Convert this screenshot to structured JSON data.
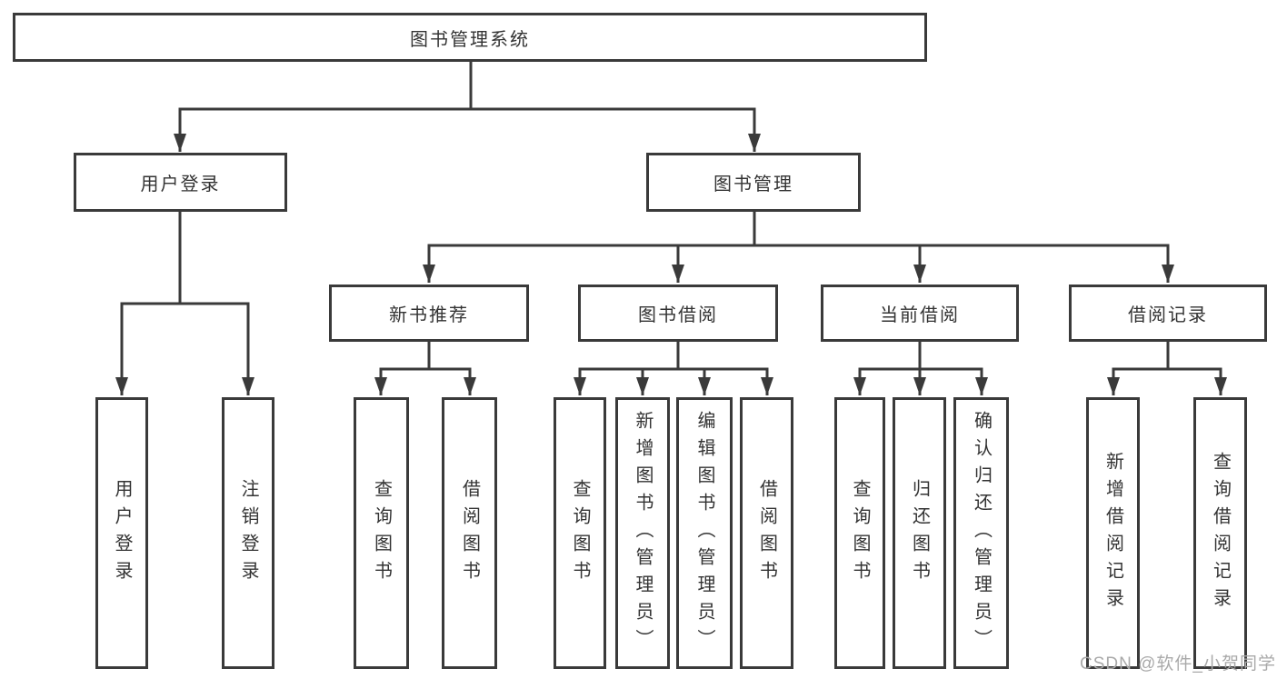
{
  "root": {
    "label": "图书管理系统"
  },
  "branches": [
    {
      "label": "用户登录",
      "children": [
        {
          "label": "用户登录"
        },
        {
          "label": "注销登录"
        }
      ]
    },
    {
      "label": "图书管理",
      "children": [
        {
          "label": "新书推荐",
          "children": [
            {
              "label": "查询图书"
            },
            {
              "label": "借阅图书"
            }
          ]
        },
        {
          "label": "图书借阅",
          "children": [
            {
              "label": "查询图书"
            },
            {
              "label": "新增图书（管理员）"
            },
            {
              "label": "编辑图书（管理员）"
            },
            {
              "label": "借阅图书"
            }
          ]
        },
        {
          "label": "当前借阅",
          "children": [
            {
              "label": "查询图书"
            },
            {
              "label": "归还图书"
            },
            {
              "label": "确认归还（管理员）"
            }
          ]
        },
        {
          "label": "借阅记录",
          "children": [
            {
              "label": "新增借阅记录"
            },
            {
              "label": "查询借阅记录"
            }
          ]
        }
      ]
    }
  ],
  "watermark": {
    "text": "CSDN @软件_小贺同学",
    "color": "#a9a9a9"
  },
  "colors": {
    "line": "#3a3a3a",
    "text": "#333333",
    "background": "#ffffff"
  }
}
